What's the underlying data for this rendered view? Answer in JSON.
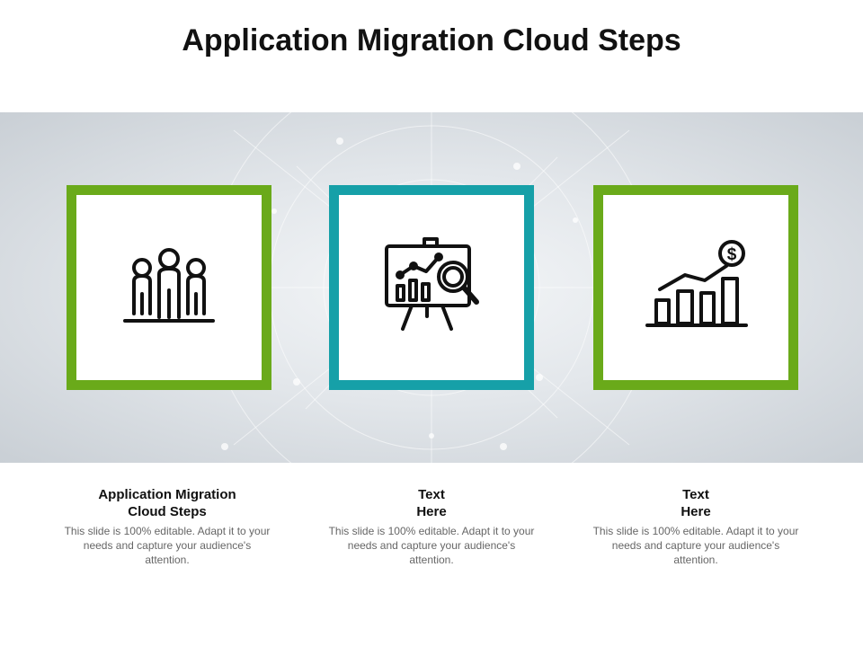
{
  "title": "Application Migration Cloud Steps",
  "accent_colors": {
    "green": "#6aaa1a",
    "teal": "#16a0a8"
  },
  "steps": [
    {
      "icon": "team-people-icon",
      "border_color": "#6aaa1a",
      "heading": "Application Migration\nCloud Steps",
      "body": "This slide is 100% editable. Adapt it to your needs and capture your audience's attention."
    },
    {
      "icon": "presentation-analysis-icon",
      "border_color": "#16a0a8",
      "heading": "Text\nHere",
      "body": "This slide is 100% editable. Adapt it to your needs and capture your audience's attention."
    },
    {
      "icon": "growth-chart-dollar-icon",
      "border_color": "#6aaa1a",
      "heading": "Text\nHere",
      "body": "This slide is 100% editable. Adapt it to your needs and capture your audience's attention."
    }
  ]
}
